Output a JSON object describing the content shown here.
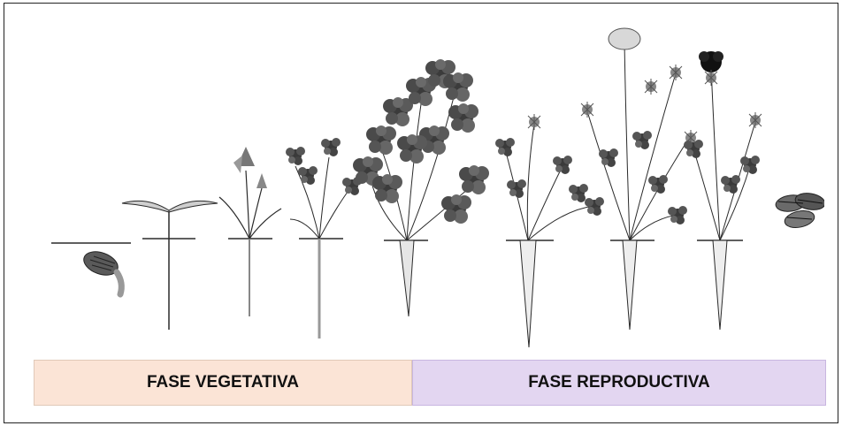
{
  "phases": {
    "vegetative": {
      "label": "FASE VEGETATIVA",
      "color": "#fbe4d6"
    },
    "reproductive": {
      "label": "FASE REPRODUCTIVA",
      "color": "#e3d6f1"
    }
  },
  "illustration": {
    "stages": [
      "seed-germination",
      "seedling-cotyledons",
      "young-plant",
      "plant-with-leaves",
      "mature-rosette-with-root",
      "bolting-plant",
      "flowering-plant",
      "seed-head-plant",
      "seeds"
    ],
    "colors": {
      "ink": "#2a2a2a",
      "leaf": "#444444",
      "root": "#dcdcdc"
    }
  }
}
